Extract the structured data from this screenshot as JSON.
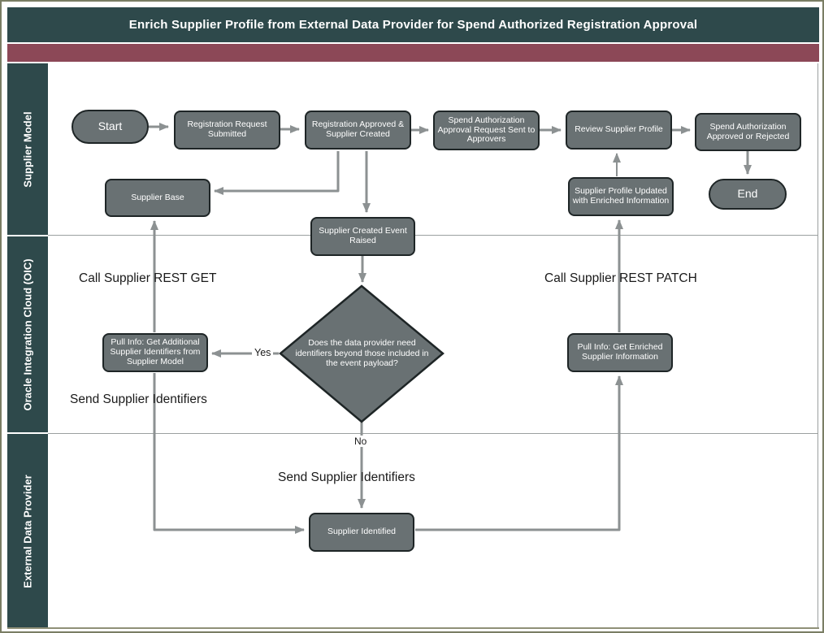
{
  "title": "Enrich Supplier Profile from External Data Provider for Spend Authorized Registration Approval",
  "lanes": [
    {
      "label": "Supplier Model"
    },
    {
      "label": "Oracle Integration Cloud (OIC)"
    },
    {
      "label": "External Data Provider"
    }
  ],
  "nodes": {
    "start": {
      "label": "Start",
      "type": "terminator"
    },
    "registration_request": {
      "label": "Registration Request Submitted",
      "type": "process"
    },
    "registration_approved": {
      "label": "Registration Approved & Supplier Created",
      "type": "process"
    },
    "spend_auth_request": {
      "label": "Spend Authorization Approval Request Sent to Approvers",
      "type": "process"
    },
    "review_profile": {
      "label": "Review Supplier Profile",
      "type": "process"
    },
    "spend_auth_decision": {
      "label": "Spend Authorization Approved or Rejected",
      "type": "process"
    },
    "end": {
      "label": "End",
      "type": "terminator"
    },
    "supplier_base": {
      "label": "Supplier Base",
      "type": "process"
    },
    "profile_updated": {
      "label": "Supplier Profile Updated with Enriched Information",
      "type": "process"
    },
    "event_raised": {
      "label": "Supplier Created Event Raised",
      "type": "process"
    },
    "decision_identifiers": {
      "label": "Does the data provider need identifiers beyond those included in the event payload?",
      "type": "decision"
    },
    "pull_additional": {
      "label": "Pull Info: Get Additional Supplier Identifiers from Supplier Model",
      "type": "process"
    },
    "pull_enriched": {
      "label": "Pull Info: Get Enriched Supplier Information",
      "type": "process"
    },
    "supplier_identified": {
      "label": "Supplier Identified",
      "type": "process"
    }
  },
  "edge_labels": {
    "yes": "Yes",
    "no": "No",
    "call_rest_get": "Call Supplier REST GET",
    "call_rest_patch": "Call Supplier REST PATCH",
    "send_identifiers_oic": "Send Supplier Identifiers",
    "send_identifiers_edp": "Send Supplier Identifiers"
  },
  "edges": [
    {
      "from": "start",
      "to": "registration_request"
    },
    {
      "from": "registration_request",
      "to": "registration_approved"
    },
    {
      "from": "registration_approved",
      "to": "spend_auth_request"
    },
    {
      "from": "spend_auth_request",
      "to": "review_profile"
    },
    {
      "from": "review_profile",
      "to": "spend_auth_decision"
    },
    {
      "from": "spend_auth_decision",
      "to": "end"
    },
    {
      "from": "registration_approved",
      "to": "supplier_base"
    },
    {
      "from": "registration_approved",
      "to": "event_raised"
    },
    {
      "from": "event_raised",
      "to": "decision_identifiers"
    },
    {
      "from": "decision_identifiers",
      "to": "pull_additional",
      "label": "Yes"
    },
    {
      "from": "decision_identifiers",
      "to": "supplier_identified",
      "label": "No"
    },
    {
      "from": "pull_additional",
      "to": "supplier_base",
      "label": "Call Supplier REST GET"
    },
    {
      "from": "pull_additional",
      "to": "supplier_identified",
      "label": "Send Supplier Identifiers"
    },
    {
      "from": "supplier_identified",
      "to": "pull_enriched"
    },
    {
      "from": "pull_enriched",
      "to": "profile_updated",
      "label": "Call Supplier REST PATCH"
    },
    {
      "from": "profile_updated",
      "to": "review_profile"
    }
  ],
  "colors": {
    "title_bar": "#2E494B",
    "lane_header": "#2E494B",
    "accent_bar": "#8C4857",
    "node_fill": "#697173",
    "node_border": "#1E2526",
    "connector": "#8C9192"
  }
}
